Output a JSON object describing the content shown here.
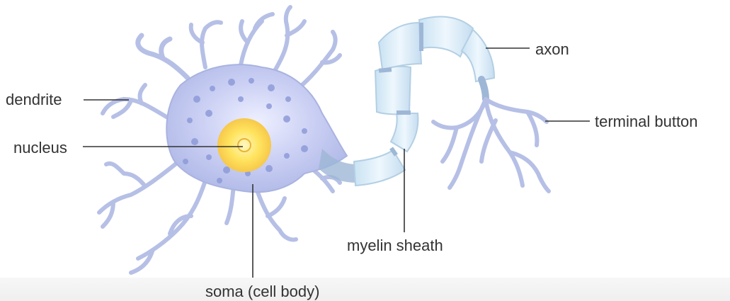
{
  "labels": {
    "dendrite": "dendrite",
    "nucleus": "nucleus",
    "axon": "axon",
    "terminal_button": "terminal button",
    "myelin_sheath": "myelin sheath",
    "soma": "soma (cell body)"
  },
  "colors": {
    "cell_body": "#c8cdf0",
    "cell_body_edge": "#a9b3e0",
    "spots": "#8e9bd8",
    "nucleus": "#ffe36a",
    "myelin": "#d9ecf8",
    "myelin_edge": "#b3cfe4",
    "axon": "#9eb7d6",
    "leader_line": "#333333"
  }
}
